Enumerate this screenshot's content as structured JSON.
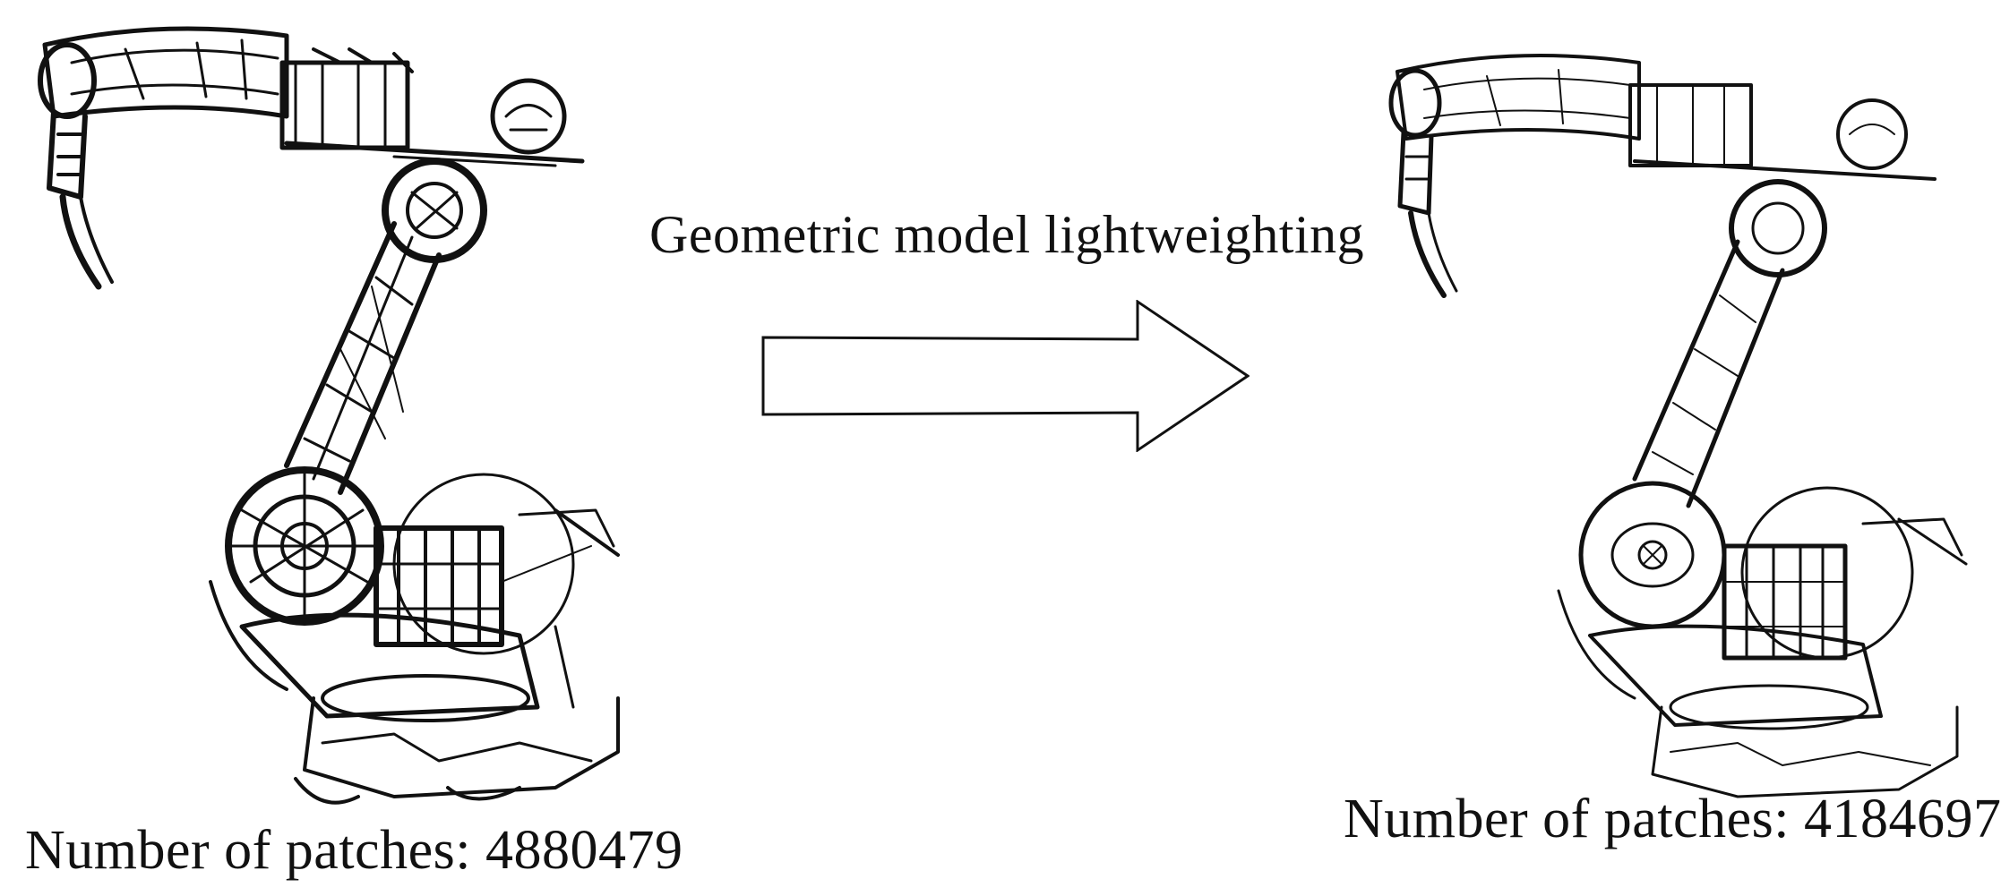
{
  "process": {
    "label": "Geometric model lightweighting"
  },
  "models": [
    {
      "id": "original",
      "caption": "Number of patches: 4880479",
      "patch_count": 4880479
    },
    {
      "id": "lightweighted",
      "caption": "Number of patches: 4184697",
      "patch_count": 4184697
    }
  ],
  "colors": {
    "line": "#111111",
    "background": "#ffffff"
  }
}
